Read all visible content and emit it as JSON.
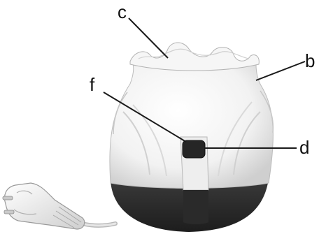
{
  "callouts": [
    {
      "id": "c",
      "label": "c"
    },
    {
      "id": "b",
      "label": "b"
    },
    {
      "id": "f",
      "label": "f"
    },
    {
      "id": "d",
      "label": "d"
    }
  ],
  "colors": {
    "body": "#f1f1f1",
    "base": "#2d2d2d",
    "leader": "#1a1a1a",
    "button": "#262626",
    "cable": "#bdbdbd"
  }
}
